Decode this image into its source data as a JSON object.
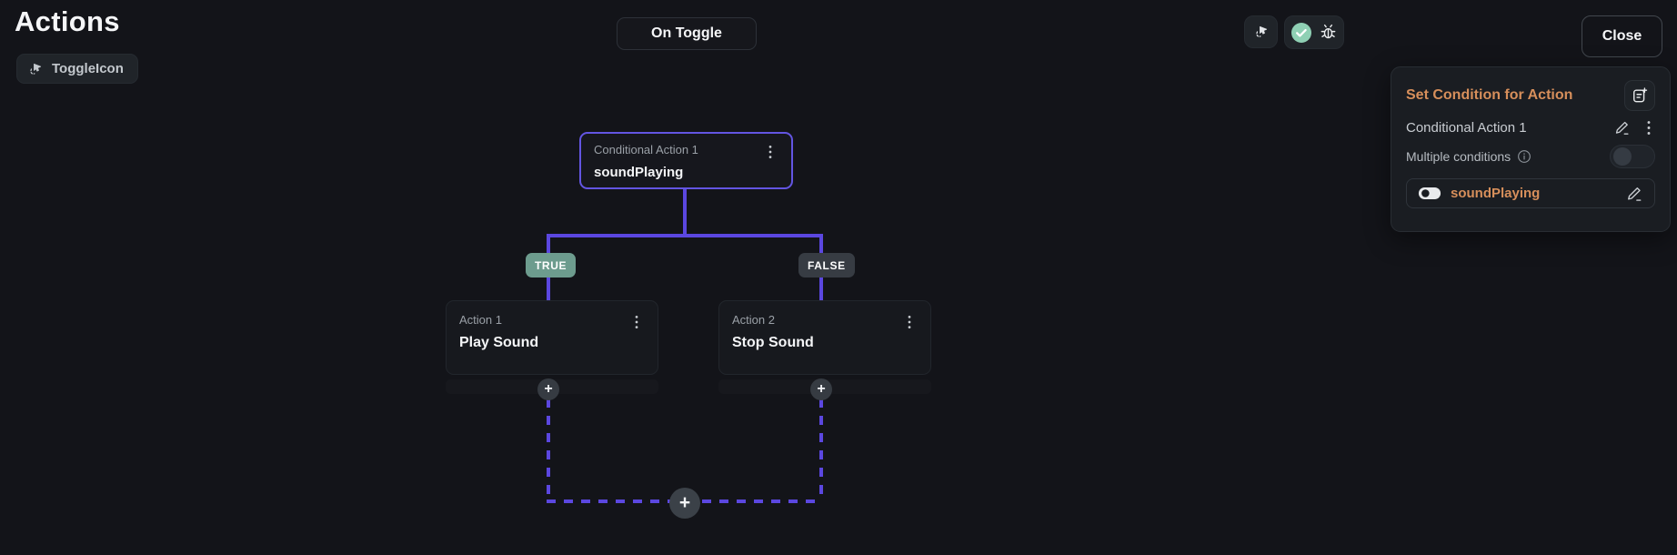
{
  "header": {
    "title": "Actions",
    "toggle_icon_label": "ToggleIcon",
    "trigger_label": "On Toggle",
    "close_label": "Close"
  },
  "canvas": {
    "conditional_node": {
      "title": "Conditional Action 1",
      "subtitle": "soundPlaying"
    },
    "true_label": "TRUE",
    "false_label": "FALSE",
    "action_nodes": [
      {
        "title": "Action 1",
        "subtitle": "Play Sound"
      },
      {
        "title": "Action 2",
        "subtitle": "Stop Sound"
      }
    ],
    "add_label": "+"
  },
  "panel": {
    "title": "Set Condition for Action",
    "condition_name": "Conditional Action 1",
    "multiple_conditions_label": "Multiple conditions",
    "condition_chip_label": "soundPlaying"
  },
  "colors": {
    "accent_purple": "#5b47e0",
    "accent_orange": "#d78f5b",
    "true_badge": "#6d9c8e",
    "false_badge": "#373c43",
    "success_green": "#8fd0b4"
  }
}
